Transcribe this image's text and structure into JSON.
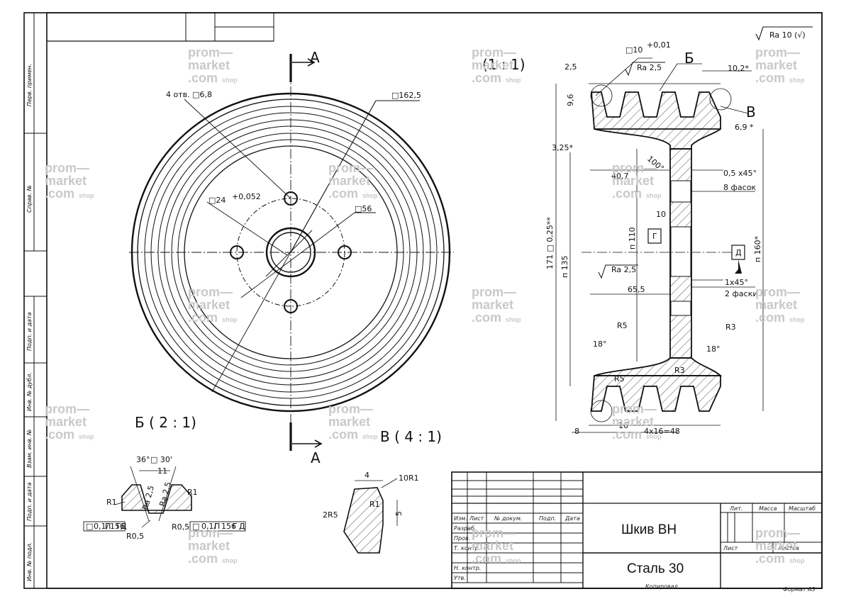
{
  "roughness_general": "Ra 10 (√)",
  "side_labels": [
    "Перв. примен.",
    "Справ. №",
    "Подп. и дата",
    "Инв. № дубл.",
    "Взам. инв. №",
    "Подп. и дата",
    "Инв. № подл."
  ],
  "front_view": {
    "holes_label": "4 отв. □6,8",
    "dia_outer": "□162,5",
    "dia_bore": "□24",
    "dia_bore_tol": "+0,052",
    "dia_pcd": "□56",
    "section_letter_top": "А",
    "section_letter_bottom": "А",
    "detail_b_label": "Б ( 2 : 1)",
    "detail_v_label": "В ( 4 : 1)"
  },
  "section_view": {
    "title": "(1 : 1)",
    "tol_10": "□10",
    "tol_10_sup": "+0,01",
    "ra_groove": "Ra 2,5",
    "letter_b": "Б",
    "letter_v": "В",
    "dims": [
      "2,5",
      "9,6",
      "10,2*",
      "6,9 *",
      "3,25*",
      "100°",
      "40,7",
      "0,5 x45°",
      "8 фасок",
      "10",
      "п 110",
      "171 □ 0,25**",
      "п 135",
      "п 160*",
      "Ra 2,5",
      "1x45°",
      "2 фаски",
      "65,5",
      "R5",
      "R3",
      "18°",
      "18°",
      "R5",
      "R3",
      "8",
      "16",
      "4x16=48"
    ],
    "datum_g": "Г",
    "datum_d": "Д"
  },
  "detail_b": {
    "dims": [
      "36°",
      "□ 30'",
      "11",
      "Ra 2,5",
      "Ra 2,5",
      "R1",
      "R1",
      "R0,5",
      "R0,5"
    ],
    "tol_left": [
      "□",
      "0,1/",
      "П",
      "156",
      "Г",
      "Д"
    ],
    "tol_right": [
      "□",
      "0,1/",
      "П",
      "156",
      "Г",
      "Д"
    ]
  },
  "detail_v": {
    "dims": [
      "4",
      "10R1",
      "R1",
      "2R5",
      "5"
    ]
  },
  "title_block": {
    "row_labels": [
      "Изм.",
      "Лист",
      "№ докум.",
      "Подп.",
      "Дата"
    ],
    "roles": [
      "Разраб.",
      "Пров.",
      "Т. контр.",
      "Н. контр.",
      "Утв."
    ],
    "col_lit": "Лит.",
    "col_mass": "Масса",
    "col_scale": "Масштаб",
    "sheet": "Лист",
    "sheets": "Листов",
    "part_name": "Шкив ВН",
    "material": "Сталь 30",
    "copied": "Копировал",
    "format": "Формат А3"
  },
  "watermark": {
    "line1": "prom—",
    "line2": "market",
    "line3": ".com",
    "shop": "shop"
  }
}
